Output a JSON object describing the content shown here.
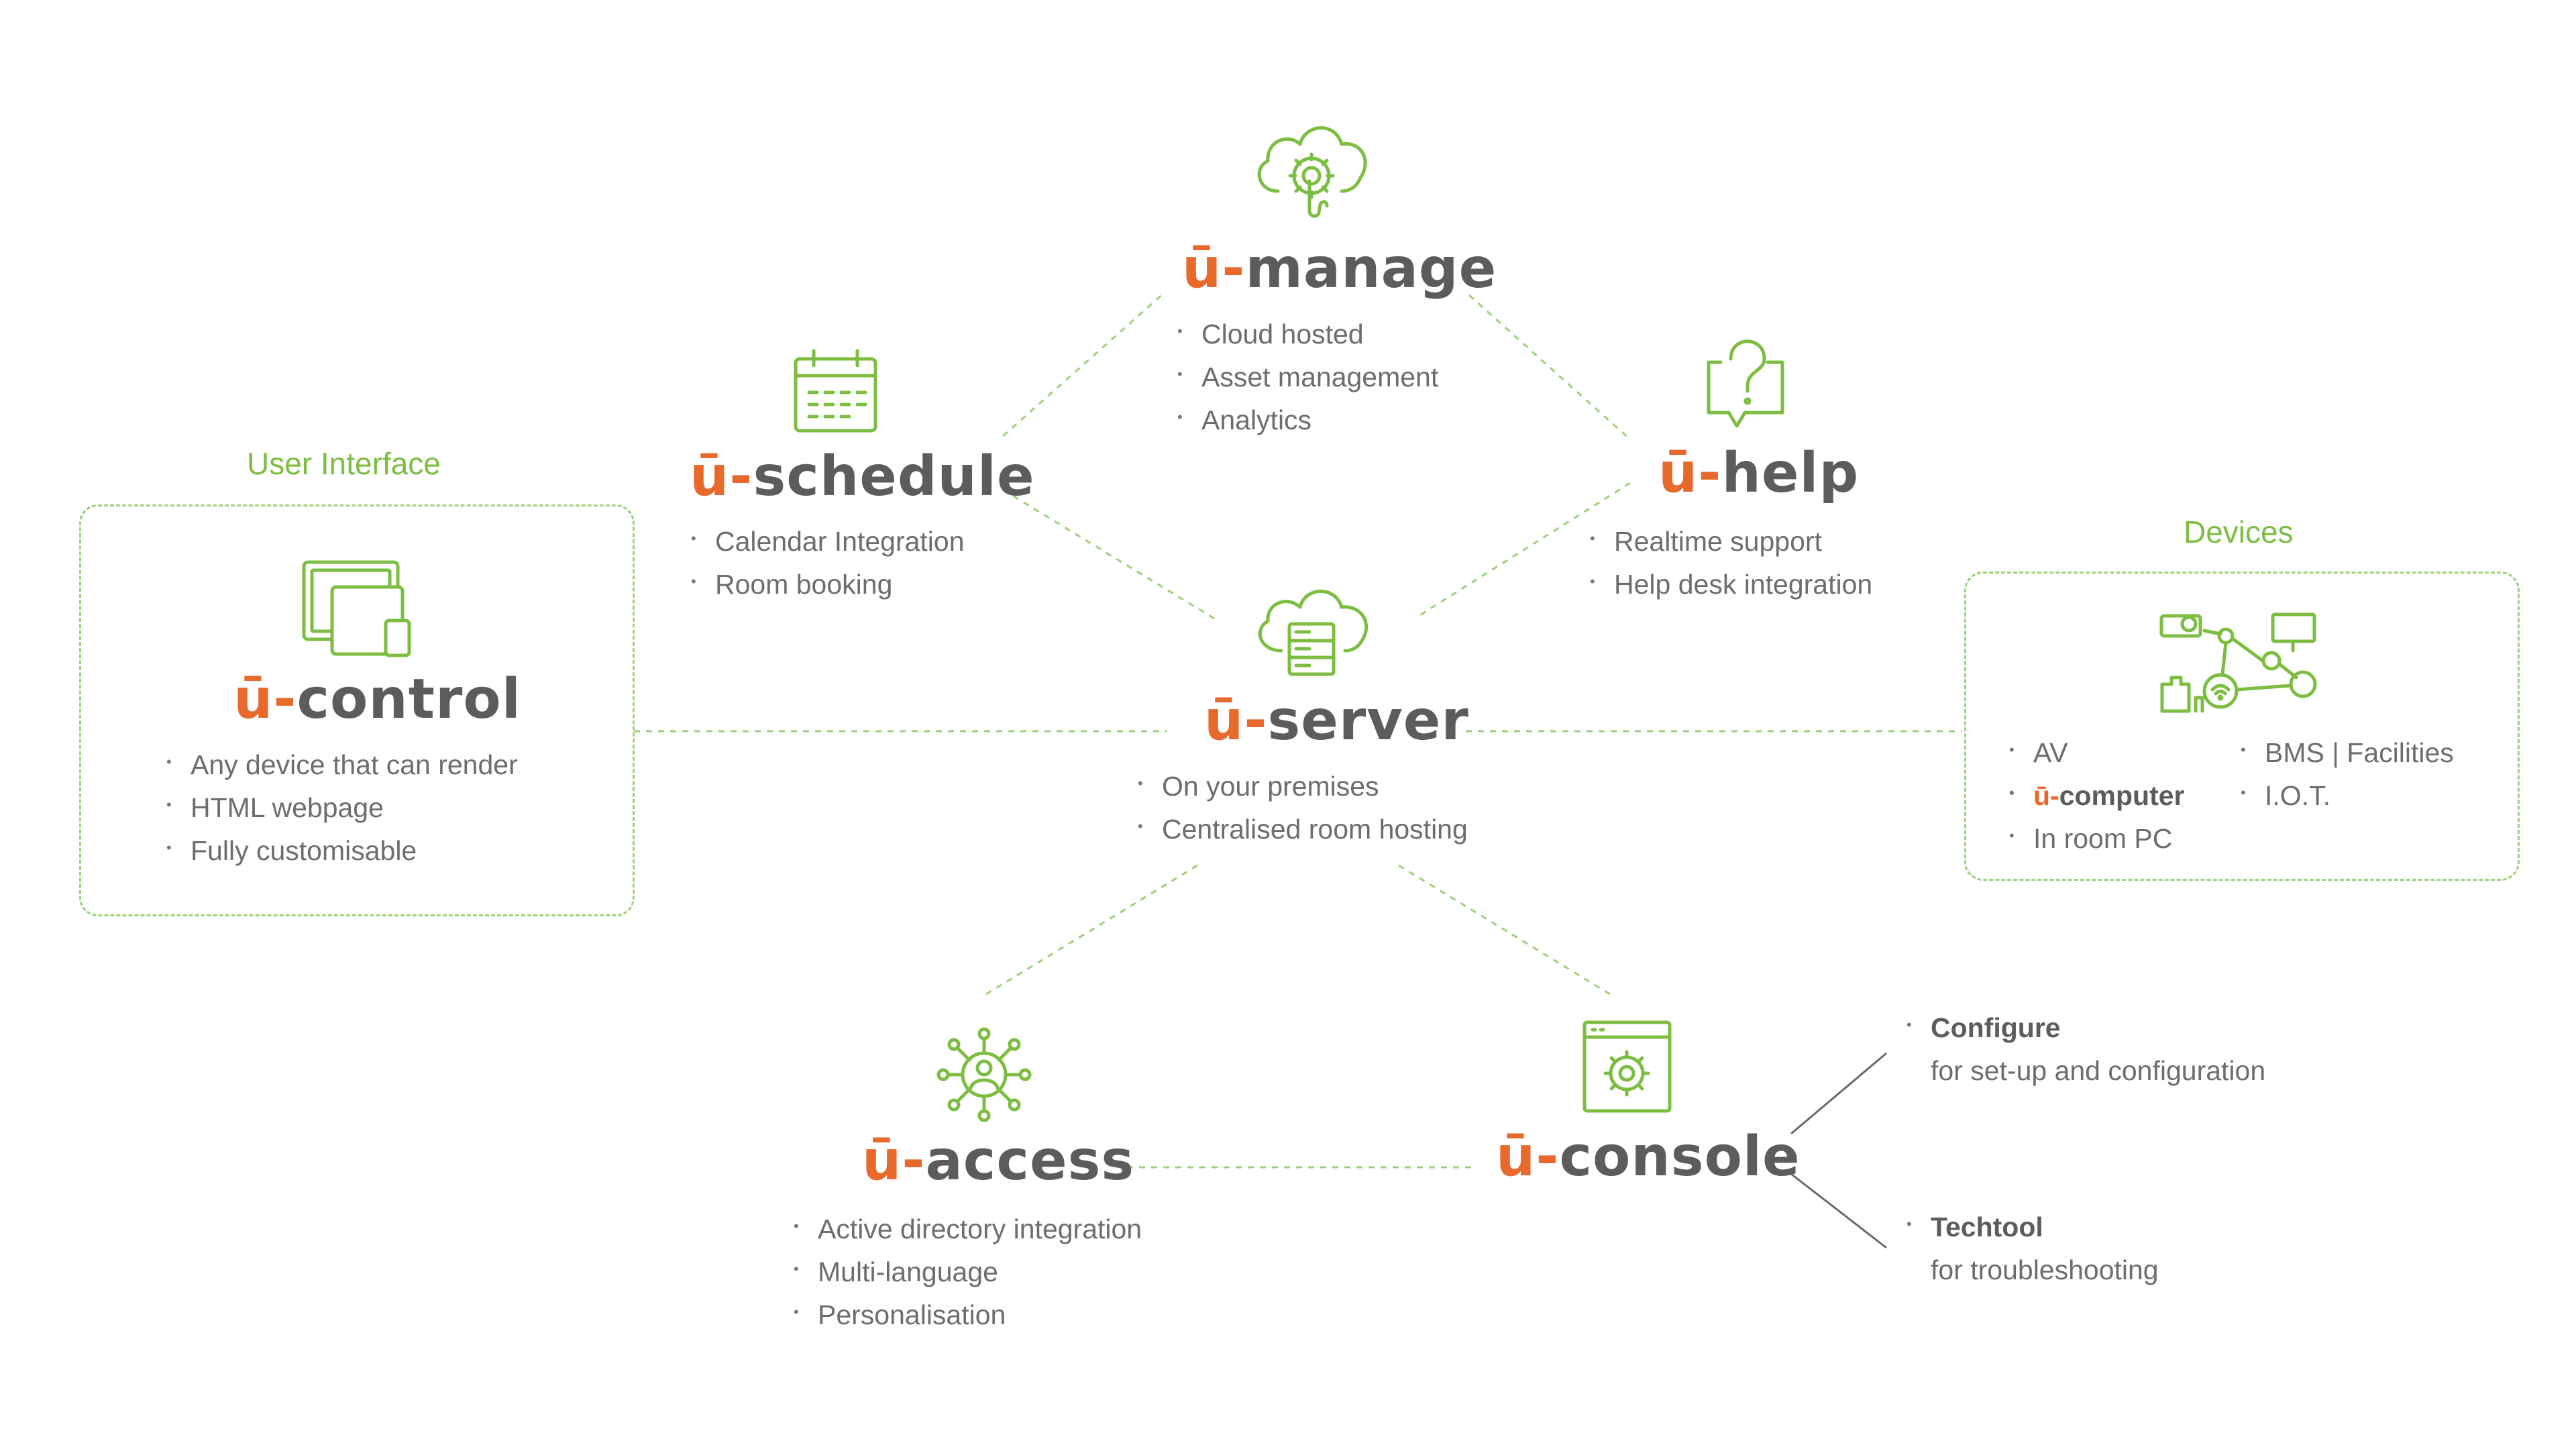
{
  "colors": {
    "accent_green": "#7cbd42",
    "brand_orange": "#e8692c",
    "title_gray": "#5c5c5c",
    "text_gray": "#6d6d6d"
  },
  "nodes": {
    "manage": {
      "prefix": "ū",
      "sep": "-",
      "name": "manage",
      "icon": "cloud-gear-hand-icon",
      "bullets": [
        "Cloud hosted",
        "Asset management",
        "Analytics"
      ]
    },
    "schedule": {
      "prefix": "ū",
      "sep": "-",
      "name": "schedule",
      "icon": "calendar-icon",
      "bullets": [
        "Calendar Integration",
        "Room booking"
      ]
    },
    "help": {
      "prefix": "ū",
      "sep": "-",
      "name": "help",
      "icon": "question-bubble-icon",
      "bullets": [
        "Realtime support",
        "Help desk integration"
      ]
    },
    "server": {
      "prefix": "ū",
      "sep": "-",
      "name": "server",
      "icon": "cloud-server-icon",
      "bullets": [
        "On your premises",
        "Centralised room hosting"
      ]
    },
    "control": {
      "prefix": "ū",
      "sep": "-",
      "name": "control",
      "icon": "devices-icon",
      "bullets": [
        "Any device that can render",
        "HTML webpage",
        "Fully customisable"
      ]
    },
    "access": {
      "prefix": "ū",
      "sep": "-",
      "name": "access",
      "icon": "user-network-icon",
      "bullets": [
        "Active directory integration",
        "Multi-language",
        "Personalisation"
      ]
    },
    "console": {
      "prefix": "ū",
      "sep": "-",
      "name": "console",
      "icon": "window-gear-icon"
    }
  },
  "user_interface_label": "User Interface",
  "devices": {
    "label": "Devices",
    "icon": "device-network-icon",
    "col1": [
      "AV",
      "In room PC"
    ],
    "computer": {
      "prefix": "ū",
      "sep": "-",
      "name": "computer"
    },
    "col2": [
      "BMS | Facilities",
      "I.O.T."
    ]
  },
  "console_tools": [
    {
      "title": "Configure",
      "subtitle": "for set-up and configuration"
    },
    {
      "title": "Techtool",
      "subtitle": "for troubleshooting"
    }
  ]
}
